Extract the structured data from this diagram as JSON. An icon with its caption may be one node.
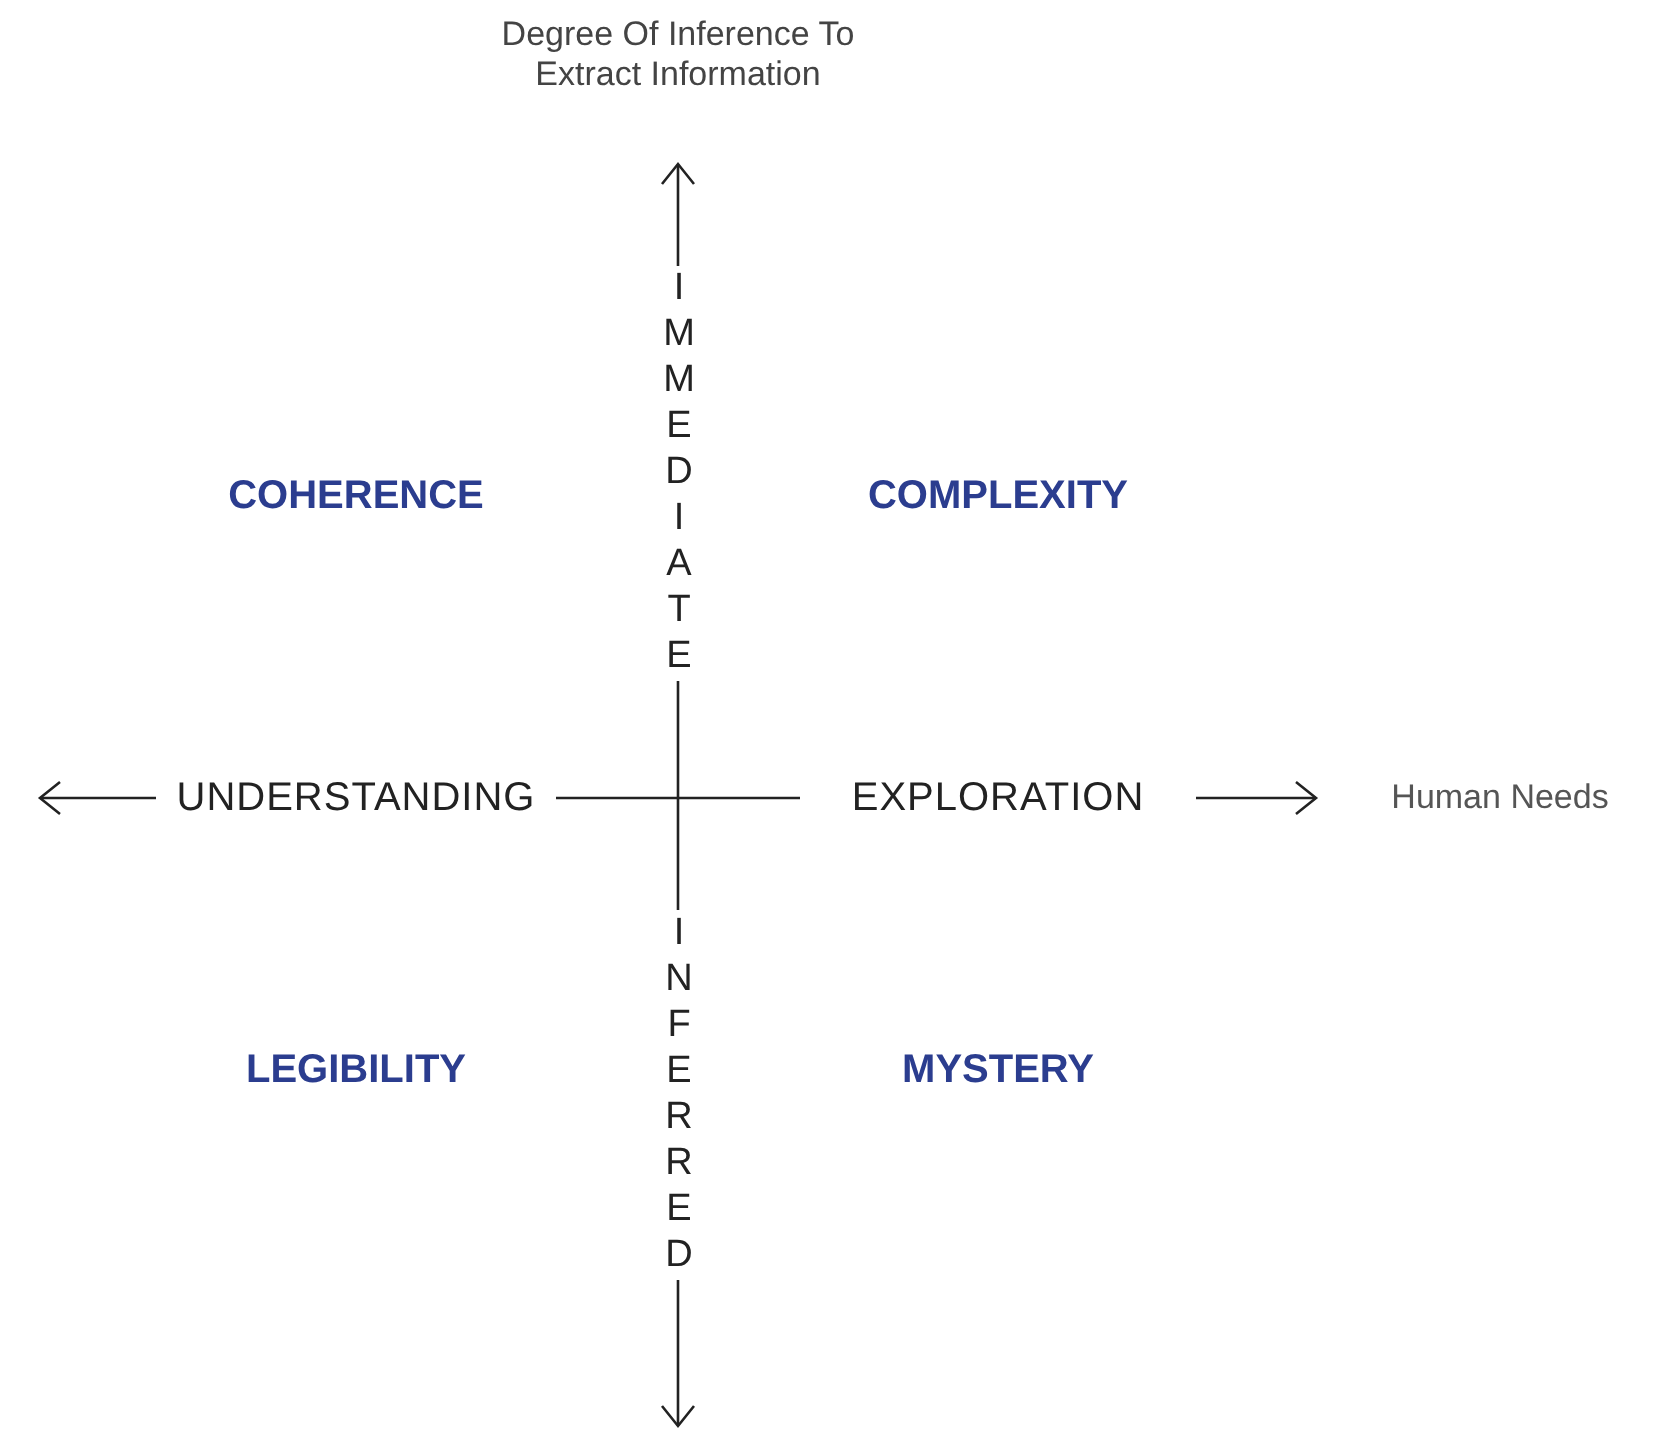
{
  "diagram": {
    "labels": [
      "Degree Of Inference To Extract Information",
      "IMMEDIATE",
      "COHERENCE",
      "COMPLEXITY",
      "UNDERSTANDING",
      "EXPLORATION",
      "Human Needs",
      "LEGIBILITY",
      "MYSTERY",
      "INFERRED"
    ]
  }
}
